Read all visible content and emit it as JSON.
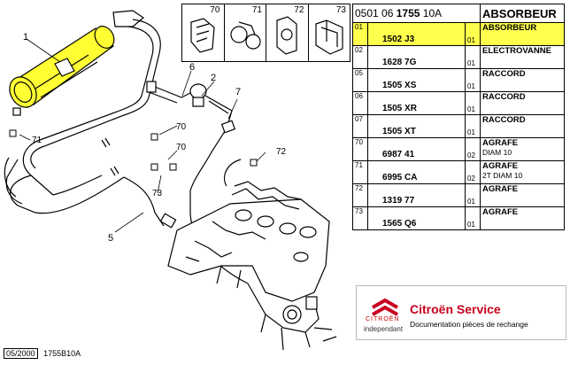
{
  "header": {
    "ref_prefix": "0501 06",
    "ref_main": "1755",
    "ref_suffix": "10A",
    "title": "ABSORBEUR"
  },
  "parts": [
    {
      "idx": "01",
      "ref": "1502 J3",
      "qty": "01",
      "name": "ABSORBEUR",
      "sub": "",
      "highlight": true
    },
    {
      "idx": "02",
      "ref": "1628 7G",
      "qty": "01",
      "name": "ELECTROVANNE",
      "sub": "",
      "highlight": false
    },
    {
      "idx": "05",
      "ref": "1505 XS",
      "qty": "01",
      "name": "RACCORD",
      "sub": "",
      "highlight": false
    },
    {
      "idx": "06",
      "ref": "1505 XR",
      "qty": "01",
      "name": "RACCORD",
      "sub": "",
      "highlight": false
    },
    {
      "idx": "07",
      "ref": "1505 XT",
      "qty": "01",
      "name": "RACCORD",
      "sub": "",
      "highlight": false
    },
    {
      "idx": "70",
      "ref": "6987 41",
      "qty": "02",
      "name": "AGRAFE",
      "sub": "DIAM 10",
      "highlight": false
    },
    {
      "idx": "71",
      "ref": "6995 CA",
      "qty": "02",
      "name": "AGRAFE",
      "sub": "2T DIAM 10",
      "highlight": false
    },
    {
      "idx": "72",
      "ref": "1319 77",
      "qty": "01",
      "name": "AGRAFE",
      "sub": "",
      "highlight": false
    },
    {
      "idx": "73",
      "ref": "1565 Q6",
      "qty": "01",
      "name": "AGRAFE",
      "sub": "",
      "highlight": false
    }
  ],
  "clips": [
    "70",
    "71",
    "72",
    "73"
  ],
  "callouts": {
    "c1": "1",
    "c2": "2",
    "c5": "5",
    "c6": "6",
    "c7": "7",
    "c70a": "70",
    "c70b": "70",
    "c71": "71",
    "c72": "72",
    "c73": "73"
  },
  "footer": {
    "date": "05/2000",
    "code": "1755B10A"
  },
  "logo": {
    "brand": "CITROËN",
    "service": "Citroën Service",
    "subtitle": "Documentation pièces de rechange",
    "tagline": "independant"
  },
  "colors": {
    "highlight": "#ffff4d",
    "part_yellow": "#ffff33",
    "brand_red": "#c8001e"
  }
}
